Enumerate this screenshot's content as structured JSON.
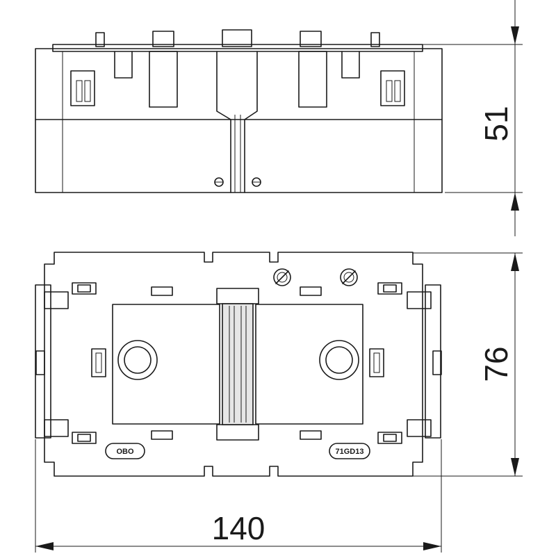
{
  "dimensions": {
    "height_side": "51",
    "depth_top": "76",
    "width": "140"
  },
  "markings": {
    "brand_logo": "OBO",
    "part_code": "71GD13"
  },
  "colors": {
    "line": "#1a1a1a",
    "fill": "#e6e6e6",
    "background": "#ffffff"
  }
}
